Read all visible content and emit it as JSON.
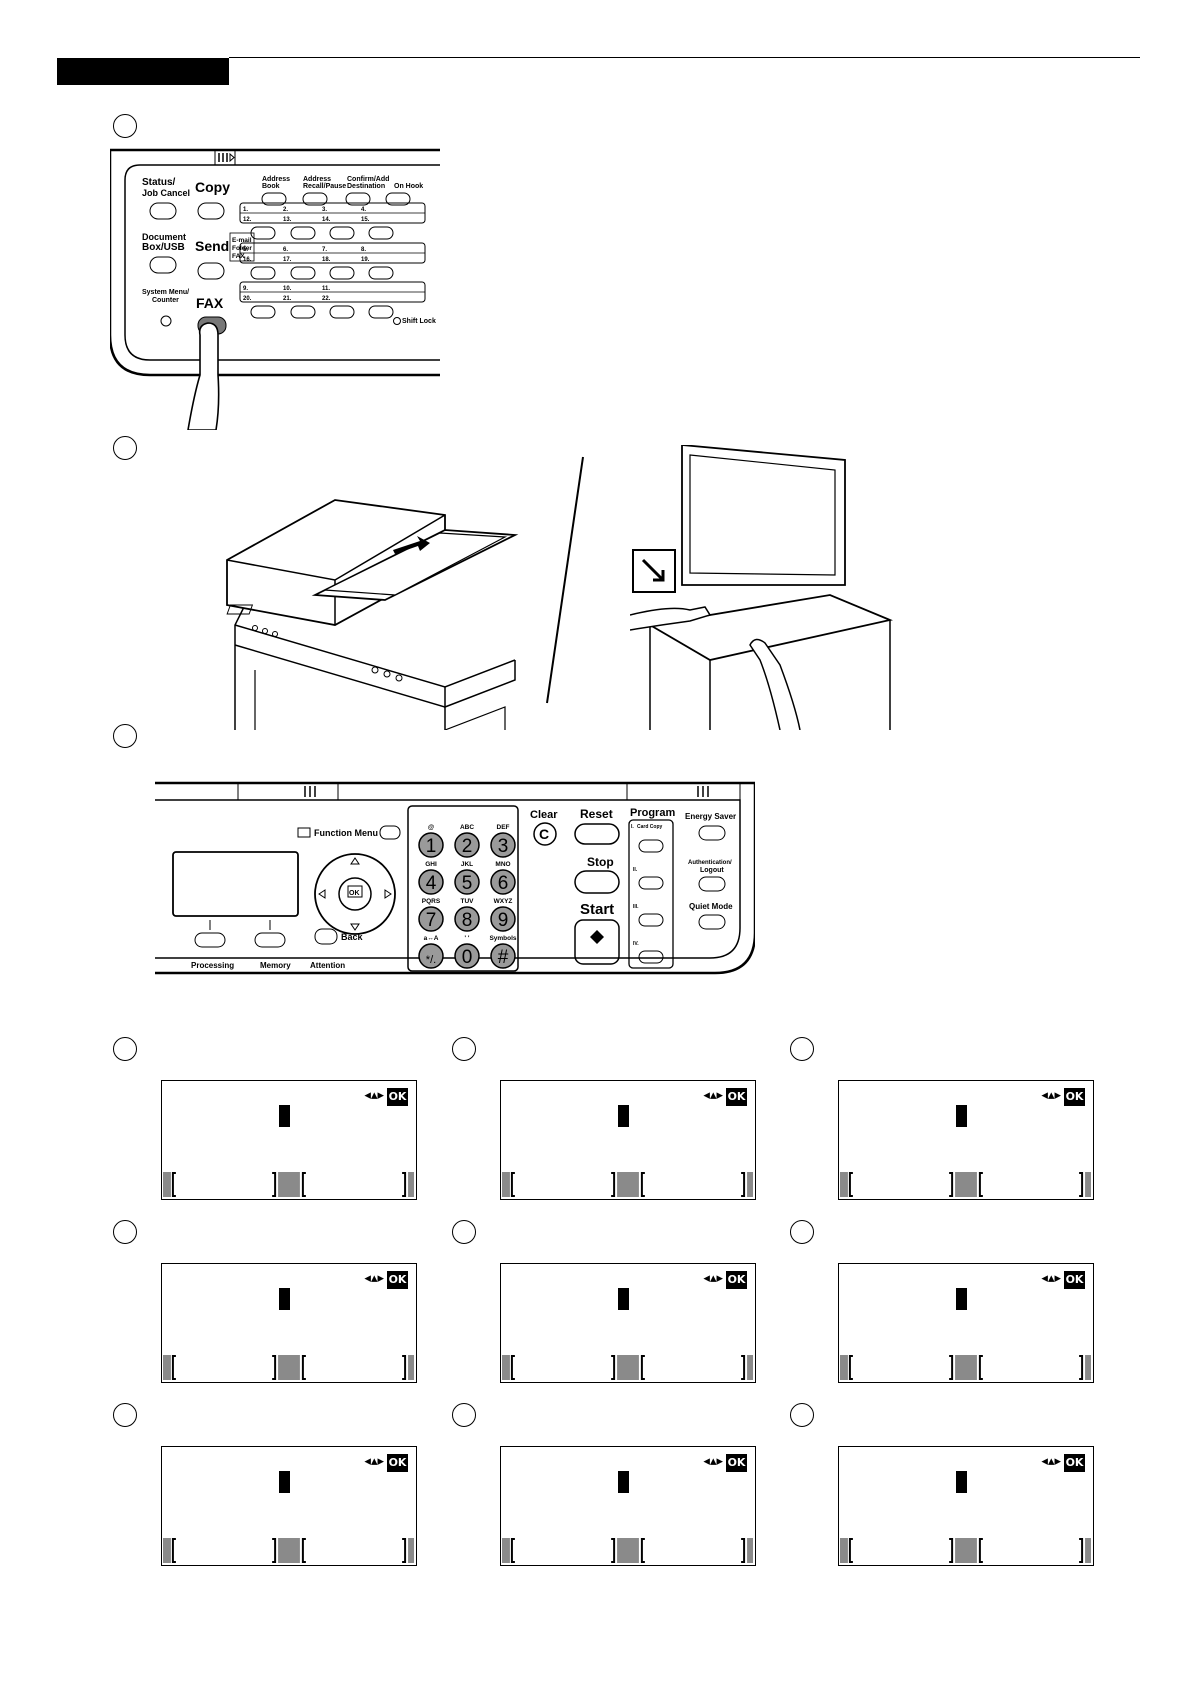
{
  "panel_small": {
    "status_label_1": "Status/",
    "status_label_2": "Job Cancel",
    "copy_label": "Copy",
    "document_label_1": "Document",
    "document_label_2": "Box/USB",
    "send_label": "Send",
    "email_label_1": "E-mail",
    "email_label_2": "Folder",
    "email_label_3": "FAX",
    "system_label_1": "System Menu/",
    "system_label_2": "Counter",
    "fax_label": "FAX",
    "address_book_1": "Address",
    "address_book_2": "Book",
    "address_recall_1": "Address",
    "address_recall_2": "Recall/Pause",
    "confirm_add_1": "Confirm/Add",
    "confirm_add_2": "Destination",
    "on_hook": "On Hook",
    "one_touch_rows": [
      [
        "1.",
        "2.",
        "3.",
        "4."
      ],
      [
        "12.",
        "13.",
        "14.",
        "15."
      ],
      [
        "5.",
        "6.",
        "7.",
        "8."
      ],
      [
        "16.",
        "17.",
        "18.",
        "19."
      ],
      [
        "9.",
        "10.",
        "11.",
        ""
      ],
      [
        "20.",
        "21.",
        "22.",
        ""
      ]
    ],
    "shift_lock": "Shift Lock"
  },
  "panel_large": {
    "function_menu": "Function Menu",
    "back": "Back",
    "processing": "Processing",
    "memory": "Memory",
    "attention": "Attention",
    "keys": [
      {
        "digit": "1",
        "letters": "@"
      },
      {
        "digit": "2",
        "letters": "ABC"
      },
      {
        "digit": "3",
        "letters": "DEF"
      },
      {
        "digit": "4",
        "letters": "GHI"
      },
      {
        "digit": "5",
        "letters": "JKL"
      },
      {
        "digit": "6",
        "letters": "MNO"
      },
      {
        "digit": "7",
        "letters": "PQRS"
      },
      {
        "digit": "8",
        "letters": "TUV"
      },
      {
        "digit": "9",
        "letters": "WXYZ"
      },
      {
        "digit": "*/.",
        "letters": "a↔A"
      },
      {
        "digit": "0",
        "letters": "' '"
      },
      {
        "digit": "#",
        "letters": "Symbols"
      }
    ],
    "clear": "Clear",
    "clear_key": "C",
    "reset": "Reset",
    "stop": "Stop",
    "start": "Start",
    "program": "Program",
    "program_slots": [
      "I.",
      "II.",
      "III.",
      "IV."
    ],
    "card_copy": "Card Copy",
    "energy_saver": "Energy Saver",
    "auth_1": "Authentication/",
    "auth_2": "Logout",
    "quiet_mode": "Quiet Mode",
    "ok": "OK"
  },
  "lcd_screens": [
    {
      "ok": "OK"
    },
    {
      "ok": "OK"
    },
    {
      "ok": "OK"
    },
    {
      "ok": "OK"
    },
    {
      "ok": "OK"
    },
    {
      "ok": "OK"
    },
    {
      "ok": "OK"
    },
    {
      "ok": "OK"
    },
    {
      "ok": "OK"
    }
  ],
  "colors": {
    "key_fill": "#9a9a9a",
    "softkey_fill": "#8a8a8a"
  }
}
